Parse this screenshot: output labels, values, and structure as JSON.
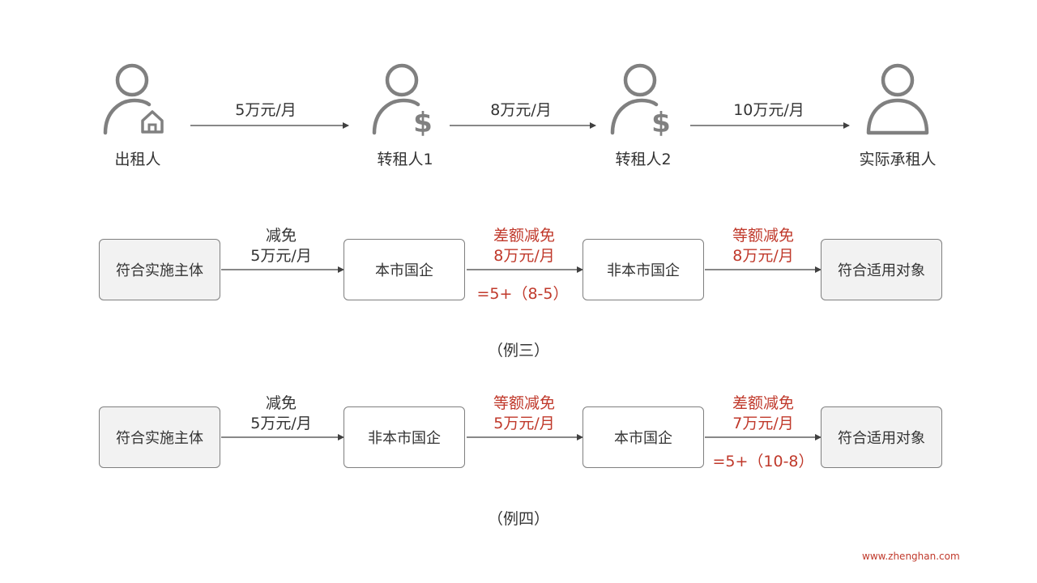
{
  "chain": {
    "persons": [
      {
        "label": "出租人",
        "icon": "person-house-icon"
      },
      {
        "label": "转租人1",
        "icon": "person-dollar-icon"
      },
      {
        "label": "转租人2",
        "icon": "person-dollar-icon"
      },
      {
        "label": "实际承租人",
        "icon": "person-icon"
      }
    ],
    "rents": [
      "5万元/月",
      "8万元/月",
      "10万元/月"
    ]
  },
  "example3": {
    "boxes": [
      "符合实施主体",
      "本市国企",
      "非本市国企",
      "符合适用对象"
    ],
    "arrow_labels": [
      {
        "line1": "减免",
        "line2": "5万元/月"
      },
      {
        "line1": "差额减免",
        "line2": "8万元/月"
      },
      {
        "line1": "等额减免",
        "line2": "8万元/月"
      }
    ],
    "calc": "=5+（8-5）",
    "caption": "（例三）"
  },
  "example4": {
    "boxes": [
      "符合实施主体",
      "非本市国企",
      "本市国企",
      "符合适用对象"
    ],
    "arrow_labels": [
      {
        "line1": "减免",
        "line2": "5万元/月"
      },
      {
        "line1": "等额减免",
        "line2": "5万元/月"
      },
      {
        "line1": "差额减免",
        "line2": "7万元/月"
      }
    ],
    "calc": "=5+（10-8）",
    "caption": "（例四）"
  },
  "footer": "www.zhenghan.com",
  "colors": {
    "accent": "#c0392b",
    "icon": "#808080",
    "box_grey": "#f2f2f2"
  }
}
